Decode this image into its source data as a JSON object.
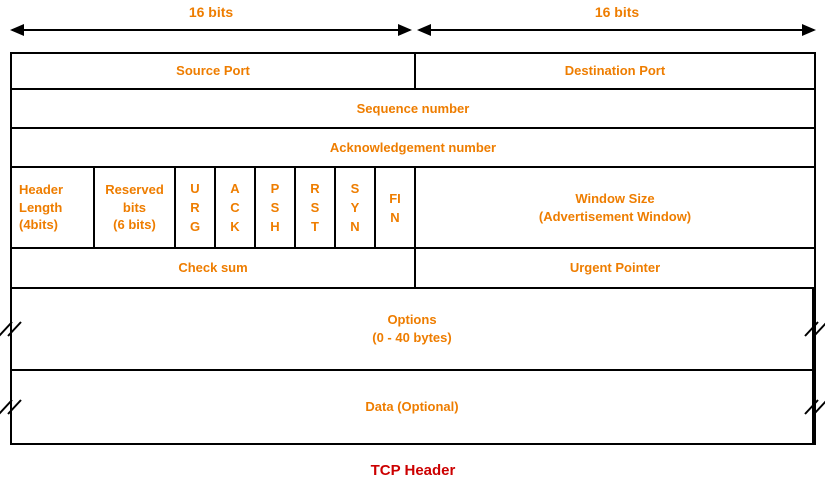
{
  "colors": {
    "accent_text": "#EE7D00",
    "caption_text": "#CC0000",
    "line": "#000000"
  },
  "bit_scale": {
    "left_label": "16 bits",
    "right_label": "16 bits"
  },
  "header": {
    "source_port": "Source Port",
    "destination_port": "Destination Port",
    "sequence_number": "Sequence number",
    "acknowledgement_number": "Acknowledgement number",
    "header_length": "Header\nLength\n(4bits)",
    "reserved_bits": "Reserved\nbits\n(6 bits)",
    "flags": [
      "URG",
      "ACK",
      "PSH",
      "RST",
      "SYN",
      "FIN"
    ],
    "window_size": "Window Size\n(Advertisement Window)",
    "checksum": "Check sum",
    "urgent_pointer": "Urgent Pointer",
    "options": "Options\n(0 - 40 bytes)",
    "data": "Data (Optional)"
  },
  "caption": "TCP Header"
}
